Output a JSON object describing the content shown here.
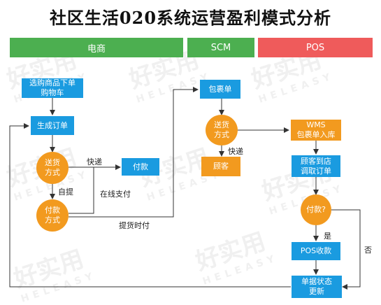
{
  "title": "社区生活020系统运营盈利模式分析",
  "lanes": {
    "ecommerce": "电商",
    "scm": "SCM",
    "pos": "POS"
  },
  "nodes": {
    "select_goods": "选购商品下单\n购物车",
    "create_order": "生成订单",
    "delivery_method": "送货\n方式",
    "payment": "付款",
    "payment_method": "付款\n方式",
    "package": "包裹单",
    "scm_delivery_method": "送货\n方式",
    "customer": "顾客",
    "wms": "WMS\n包裹单入库",
    "customer_store": "顾客到店\n调取订单",
    "paid_question": "付款?",
    "pos_checkout": "POS收款",
    "update_status": "单据状态\n更新"
  },
  "edge_labels": {
    "express": "快递",
    "self_pickup": "自提",
    "online_pay": "在线支付",
    "pay_on_pickup": "提货时付",
    "scm_express": "快递",
    "yes": "是",
    "no": "否"
  },
  "watermark": {
    "text": "好实用",
    "sub": "HELEASY"
  },
  "colors": {
    "lane_green": "#4caf50",
    "lane_red": "#ef5b5b",
    "box_blue": "#1a9be0",
    "box_orange": "#f29a1f"
  }
}
